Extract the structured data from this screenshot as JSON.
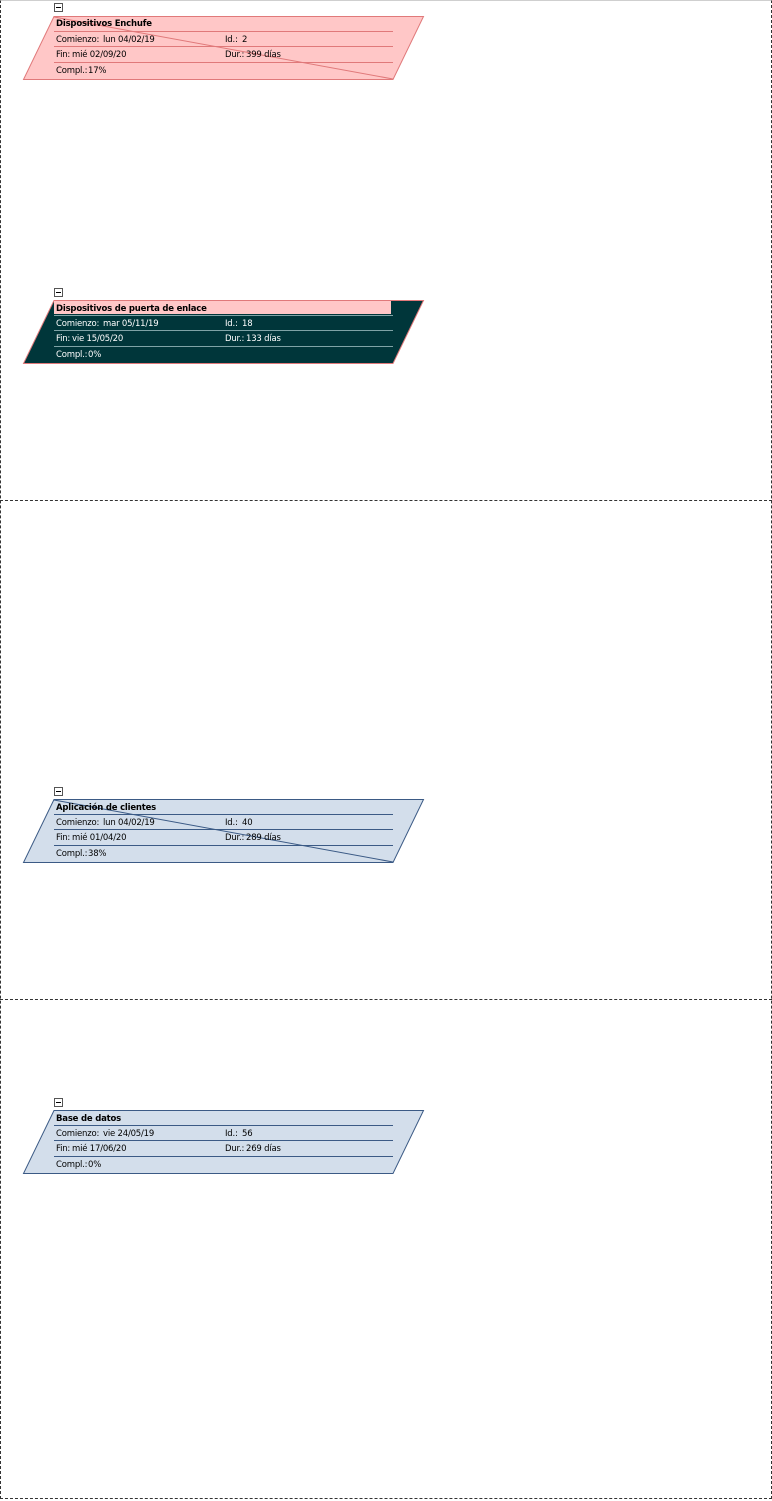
{
  "tasks": [
    {
      "title": "Dispositivos Enchufe",
      "start_label": "Comienzo:",
      "start": "lun 04/02/19",
      "id_label": "Id.:",
      "id": "2",
      "finish_label": "Fin:",
      "finish": "mié 02/09/20",
      "dur_label": "Dur.:",
      "duration": "399 días",
      "compl_label": "Compl.:",
      "complete": "17%",
      "fill": "#ffc7c7",
      "stroke": "#e0797a",
      "crossed": true
    },
    {
      "title": "Dispositivos de puerta de enlace",
      "start_label": "Comienzo:",
      "start": "mar 05/11/19",
      "id_label": "Id.:",
      "id": "18",
      "finish_label": "Fin:",
      "finish": "vie 15/05/20",
      "dur_label": "Dur.:",
      "duration": "133 días",
      "compl_label": "Compl.:",
      "complete": "0%",
      "fill": "#00363a",
      "stroke": "#e0797a",
      "title_fill": "#ffc7c7",
      "crossed": false
    },
    {
      "title": "Aplicación de clientes",
      "start_label": "Comienzo:",
      "start": "lun 04/02/19",
      "id_label": "Id.:",
      "id": "40",
      "finish_label": "Fin:",
      "finish": "mié 01/04/20",
      "dur_label": "Dur.:",
      "duration": "289 días",
      "compl_label": "Compl.:",
      "complete": "38%",
      "fill": "#d3deeb",
      "stroke": "#3b5a85",
      "crossed": true
    },
    {
      "title": "Base de datos",
      "start_label": "Comienzo:",
      "start": "vie 24/05/19",
      "id_label": "Id.:",
      "id": "56",
      "finish_label": "Fin:",
      "finish": "mié 17/06/20",
      "dur_label": "Dur.:",
      "duration": "269 días",
      "compl_label": "Compl.:",
      "complete": "0%",
      "fill": "#d3deeb",
      "stroke": "#3b5a85",
      "crossed": false
    }
  ]
}
